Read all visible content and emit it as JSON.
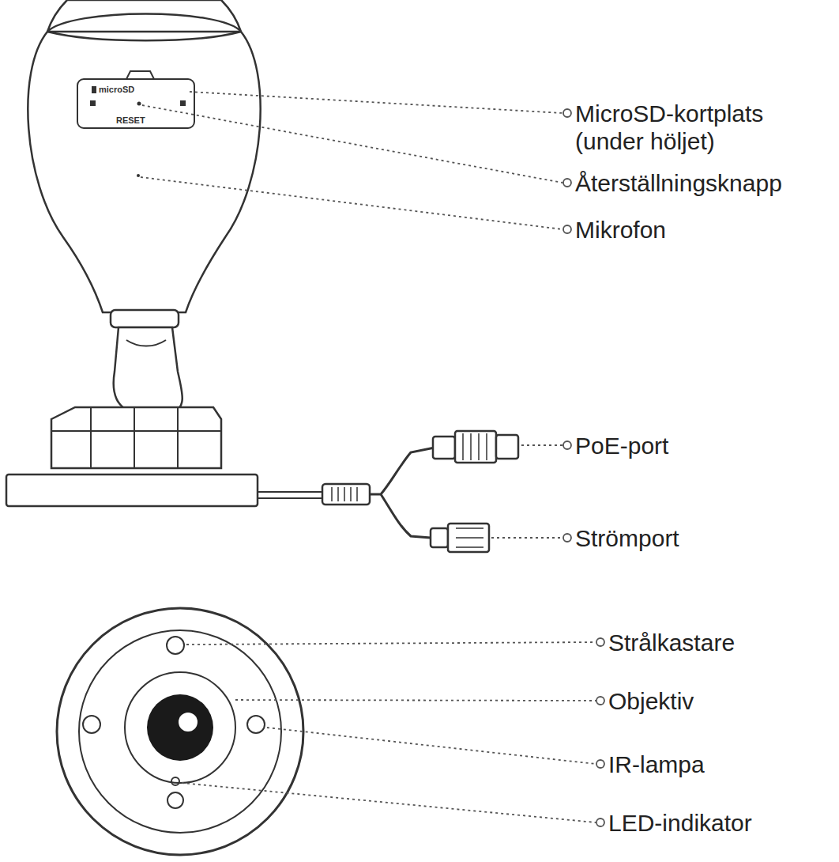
{
  "diagram": {
    "labels": [
      "microSD",
      "RESET",
      "MicroSD-kortplats (under höljet)",
      "Återställningsknapp",
      "Mikrofon",
      "PoE-port",
      "Strömport",
      "Strålkastare",
      "Objektiv",
      "IR-lampa",
      "LED-indikator"
    ]
  }
}
